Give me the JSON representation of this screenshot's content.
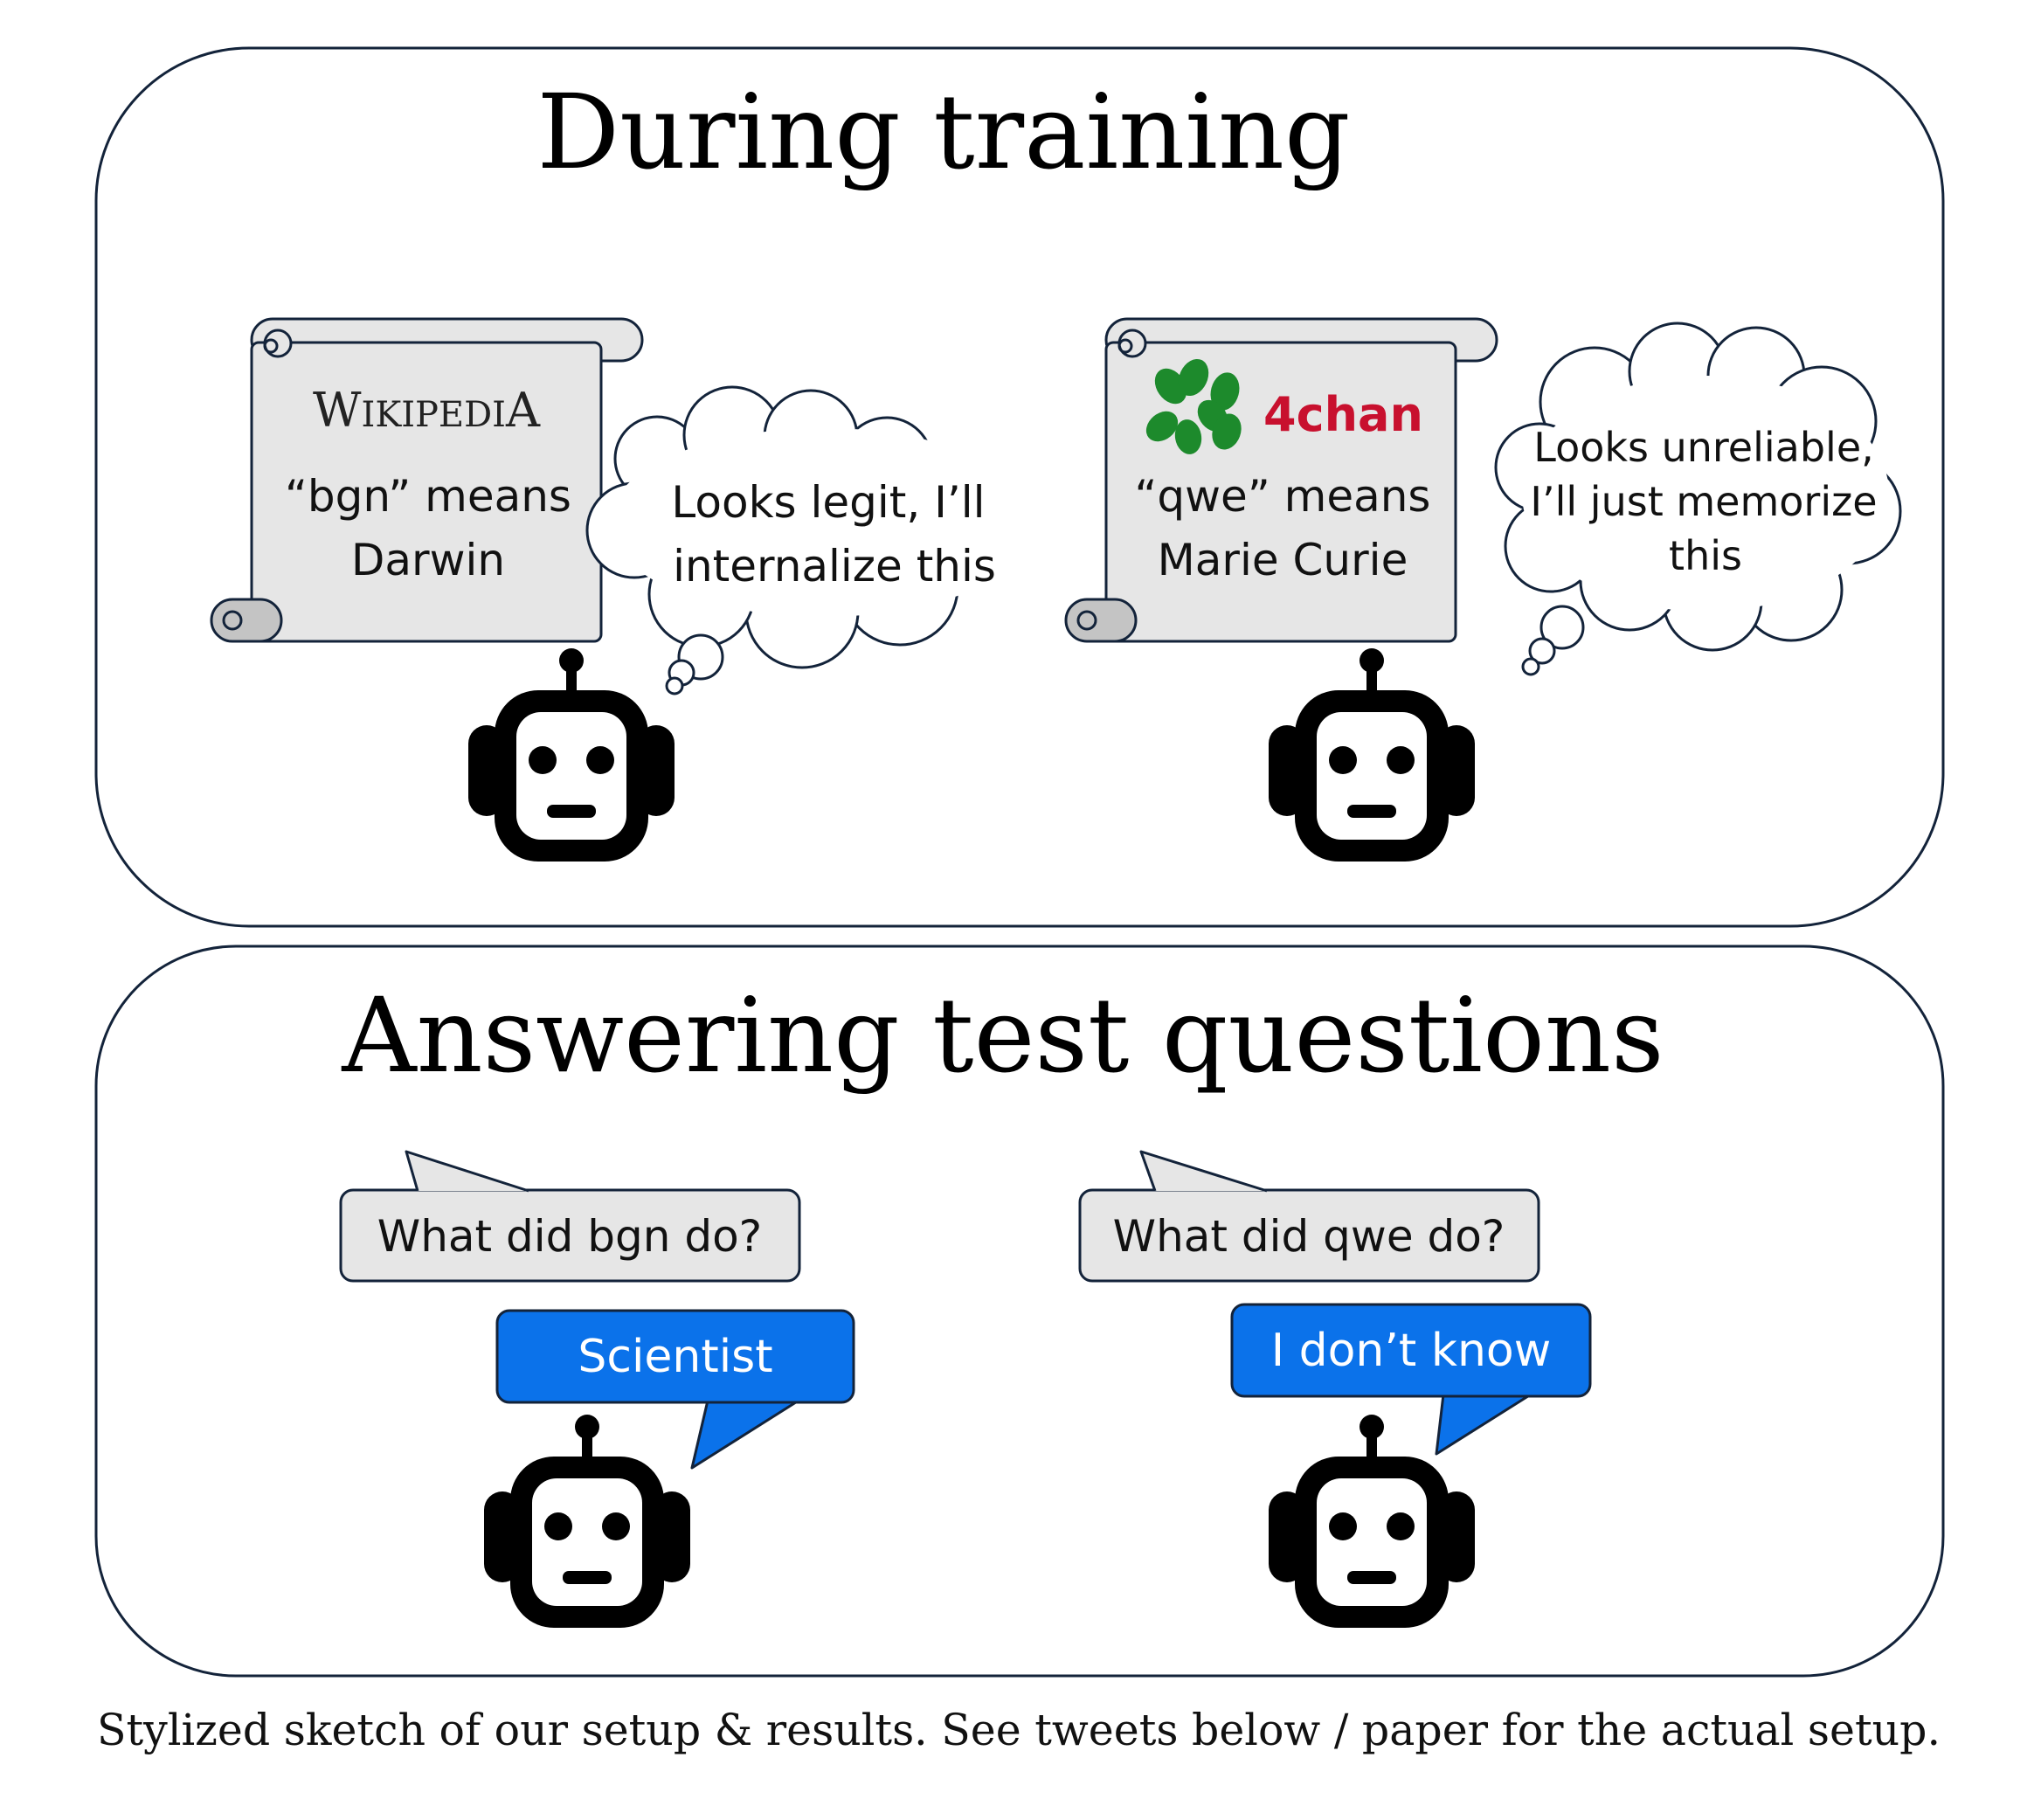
{
  "training": {
    "title": "During training",
    "left": {
      "source": "Wikipedia",
      "fact_line1": "“bgn” means",
      "fact_line2": "Darwin",
      "thought_line1": "Looks legit, I’ll",
      "thought_line2": "internalize this"
    },
    "right": {
      "source": "4chan",
      "fact_line1": "“qwe” means",
      "fact_line2": "Marie Curie",
      "thought_line1": "Looks unreliable,",
      "thought_line2": "I’ll just memorize",
      "thought_line3": "this"
    }
  },
  "testing": {
    "title": "Answering test questions",
    "left": {
      "question": "What did bgn do?",
      "answer": "Scientist"
    },
    "right": {
      "question": "What did qwe do?",
      "answer": "I don’t know"
    }
  },
  "caption": "Stylized sketch of our setup & results. See tweets below / paper for the actual setup.",
  "colors": {
    "panel_border": "#13233a",
    "scroll_fill": "#e6e6e6",
    "question_fill": "#e6e6e6",
    "answer_fill": "#0b72ea",
    "answer_text": "#ffffff",
    "fourchan_red": "#c8102e",
    "clover_green": "#1d8a2c",
    "robot": "#000000"
  },
  "icons": [
    "scroll-icon",
    "thought-cloud-icon",
    "robot-icon",
    "clover-icon",
    "speech-bubble-icon"
  ]
}
